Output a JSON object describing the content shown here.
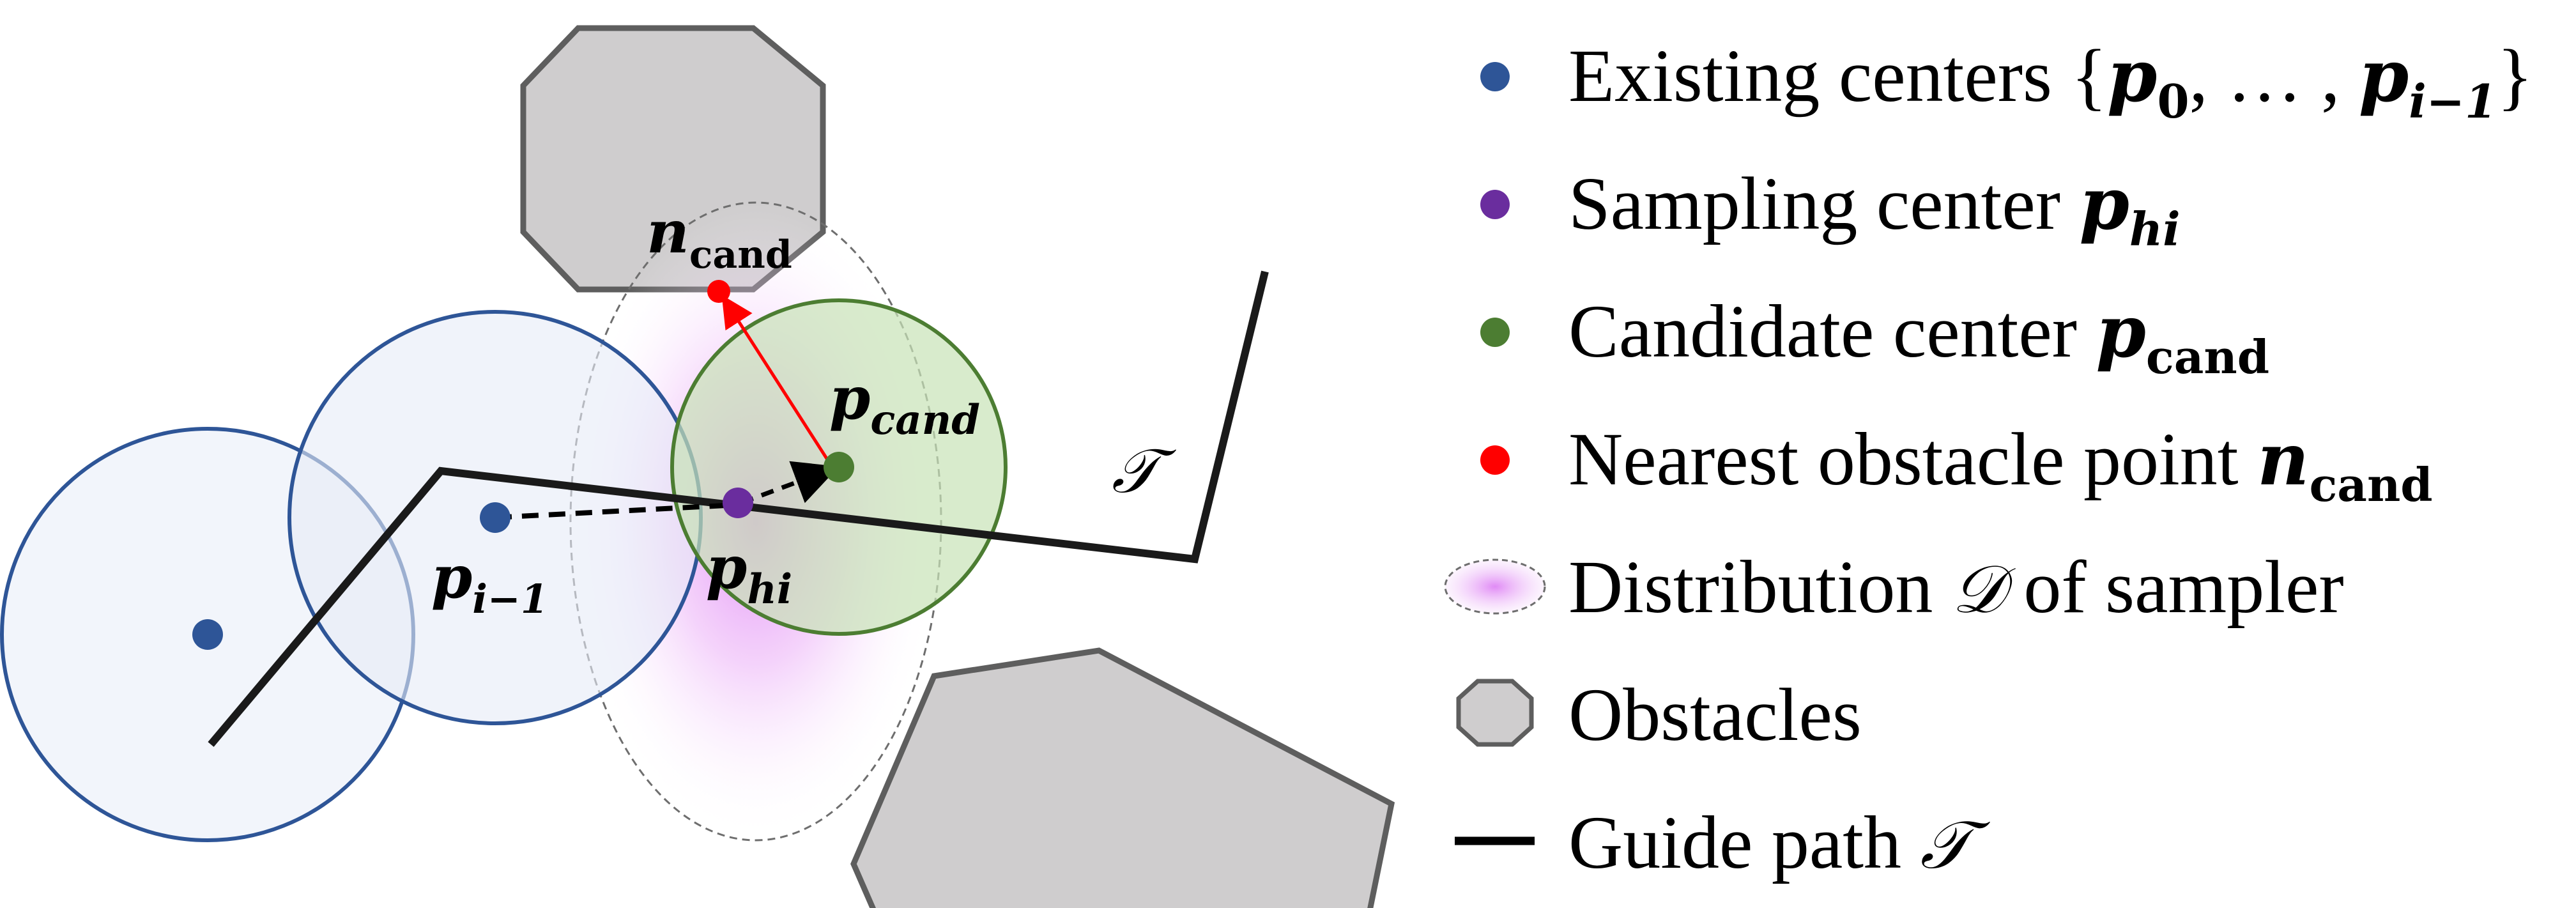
{
  "labels": {
    "n_cand": {
      "main": "n",
      "sub": "cand"
    },
    "p_cand": {
      "main": "p",
      "sub": "cand"
    },
    "p_prev": {
      "main": "p",
      "sub": "i−1"
    },
    "p_hi": {
      "main": "p",
      "sub": "hi"
    },
    "guide_path": "𝒯"
  },
  "legend": {
    "existing": {
      "text": "Existing centers ",
      "open_brace": "{",
      "p0_main": "p",
      "p0_sub": "0",
      "separator": ", … , ",
      "pi_main": "p",
      "pi_sub": "i−1",
      "close_brace": "}"
    },
    "sampling": {
      "text": "Sampling center ",
      "main": "p",
      "sub": "hi"
    },
    "candidate": {
      "text": "Candidate center ",
      "main": "p",
      "sub": "cand"
    },
    "nearest": {
      "text": "Nearest obstacle point ",
      "main": "n",
      "sub": "cand"
    },
    "distribution": {
      "text_before": "Distribution ",
      "symbol": "𝒟",
      "text_after": " of sampler"
    },
    "obstacles": {
      "text": "Obstacles"
    },
    "guide": {
      "text": "Guide path ",
      "symbol": "𝒯"
    }
  },
  "colors": {
    "existing_center": "#2E5597",
    "existing_circle_fill": "#EEF1F9",
    "sampling_center": "#6A2D9E",
    "candidate_center": "#4C7D32",
    "candidate_circle_fill": "#C7E3B6",
    "nearest_point": "#FF0000",
    "distribution": "#E28CF5",
    "obstacle_fill": "#CFCDCE",
    "obstacle_stroke": "#5E5E5E",
    "guide_path": "#000000"
  }
}
